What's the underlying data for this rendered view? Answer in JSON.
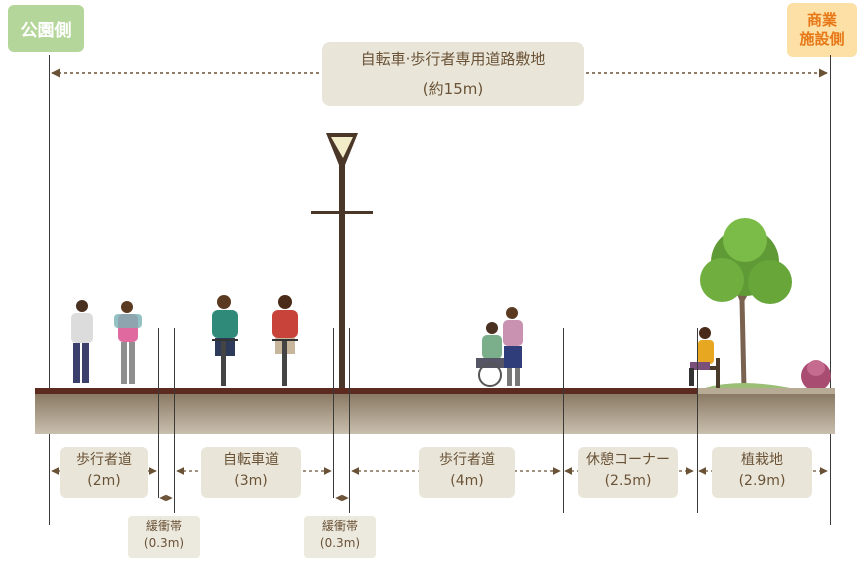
{
  "side_left": "公園側",
  "side_right_1": "商業",
  "side_right_2": "施設側",
  "total": {
    "title": "自転車·歩行者専用道路敷地",
    "width": "(約15m)"
  },
  "segments": [
    {
      "name": "歩行者道",
      "width": "(2m)"
    },
    {
      "name": "自転車道",
      "width": "(3m)"
    },
    {
      "name": "歩行者道",
      "width": "(4m)"
    },
    {
      "name": "休憩コーナー",
      "width": "(2.5m)"
    },
    {
      "name": "植栽地",
      "width": "(2.9m)"
    }
  ],
  "buffers": [
    {
      "name": "緩衝帯",
      "width": "(0.3m)"
    },
    {
      "name": "緩衝帯",
      "width": "(0.3m)"
    }
  ],
  "colors": {
    "arrow": "#6a5236",
    "label_bg": "#e9e6d9",
    "park": "#b5d69a",
    "shop": "#fde0a6",
    "shop_text": "#e67817"
  }
}
